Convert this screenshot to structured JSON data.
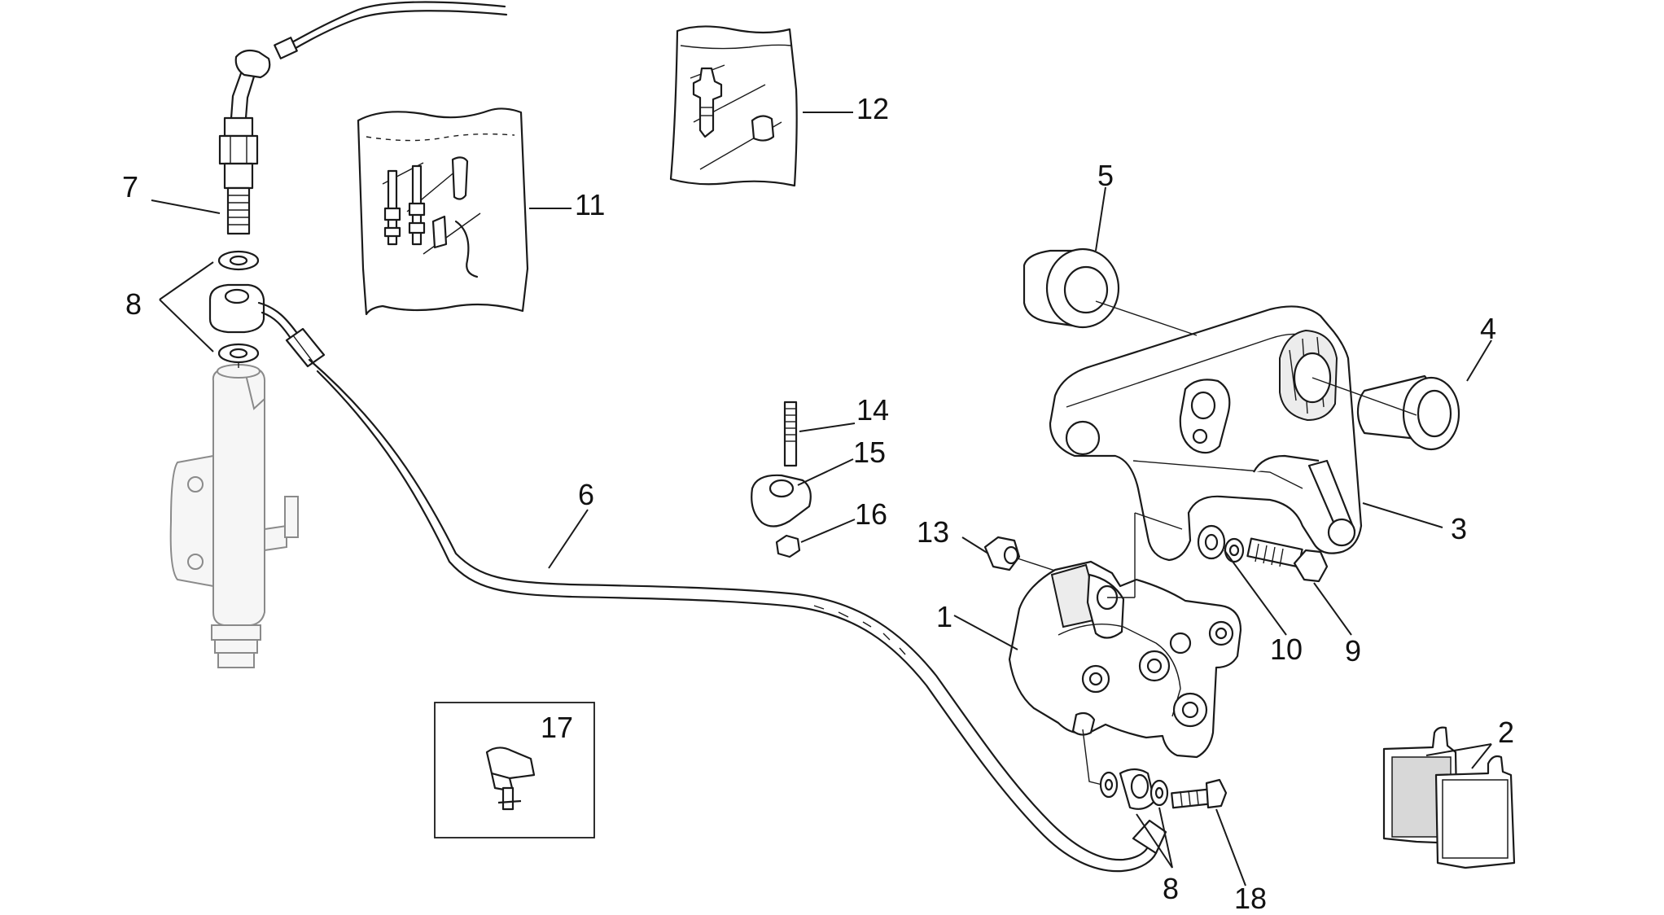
{
  "diagram": {
    "callouts": [
      {
        "id": "1",
        "label": "1"
      },
      {
        "id": "2",
        "label": "2"
      },
      {
        "id": "3",
        "label": "3"
      },
      {
        "id": "4",
        "label": "4"
      },
      {
        "id": "5",
        "label": "5"
      },
      {
        "id": "6",
        "label": "6"
      },
      {
        "id": "7",
        "label": "7"
      },
      {
        "id": "8a",
        "label": "8"
      },
      {
        "id": "8b",
        "label": "8"
      },
      {
        "id": "9",
        "label": "9"
      },
      {
        "id": "10",
        "label": "10"
      },
      {
        "id": "11",
        "label": "11"
      },
      {
        "id": "12",
        "label": "12"
      },
      {
        "id": "13",
        "label": "13"
      },
      {
        "id": "14",
        "label": "14"
      },
      {
        "id": "15",
        "label": "15"
      },
      {
        "id": "16",
        "label": "16"
      },
      {
        "id": "17",
        "label": "17"
      },
      {
        "id": "18",
        "label": "18"
      }
    ]
  }
}
